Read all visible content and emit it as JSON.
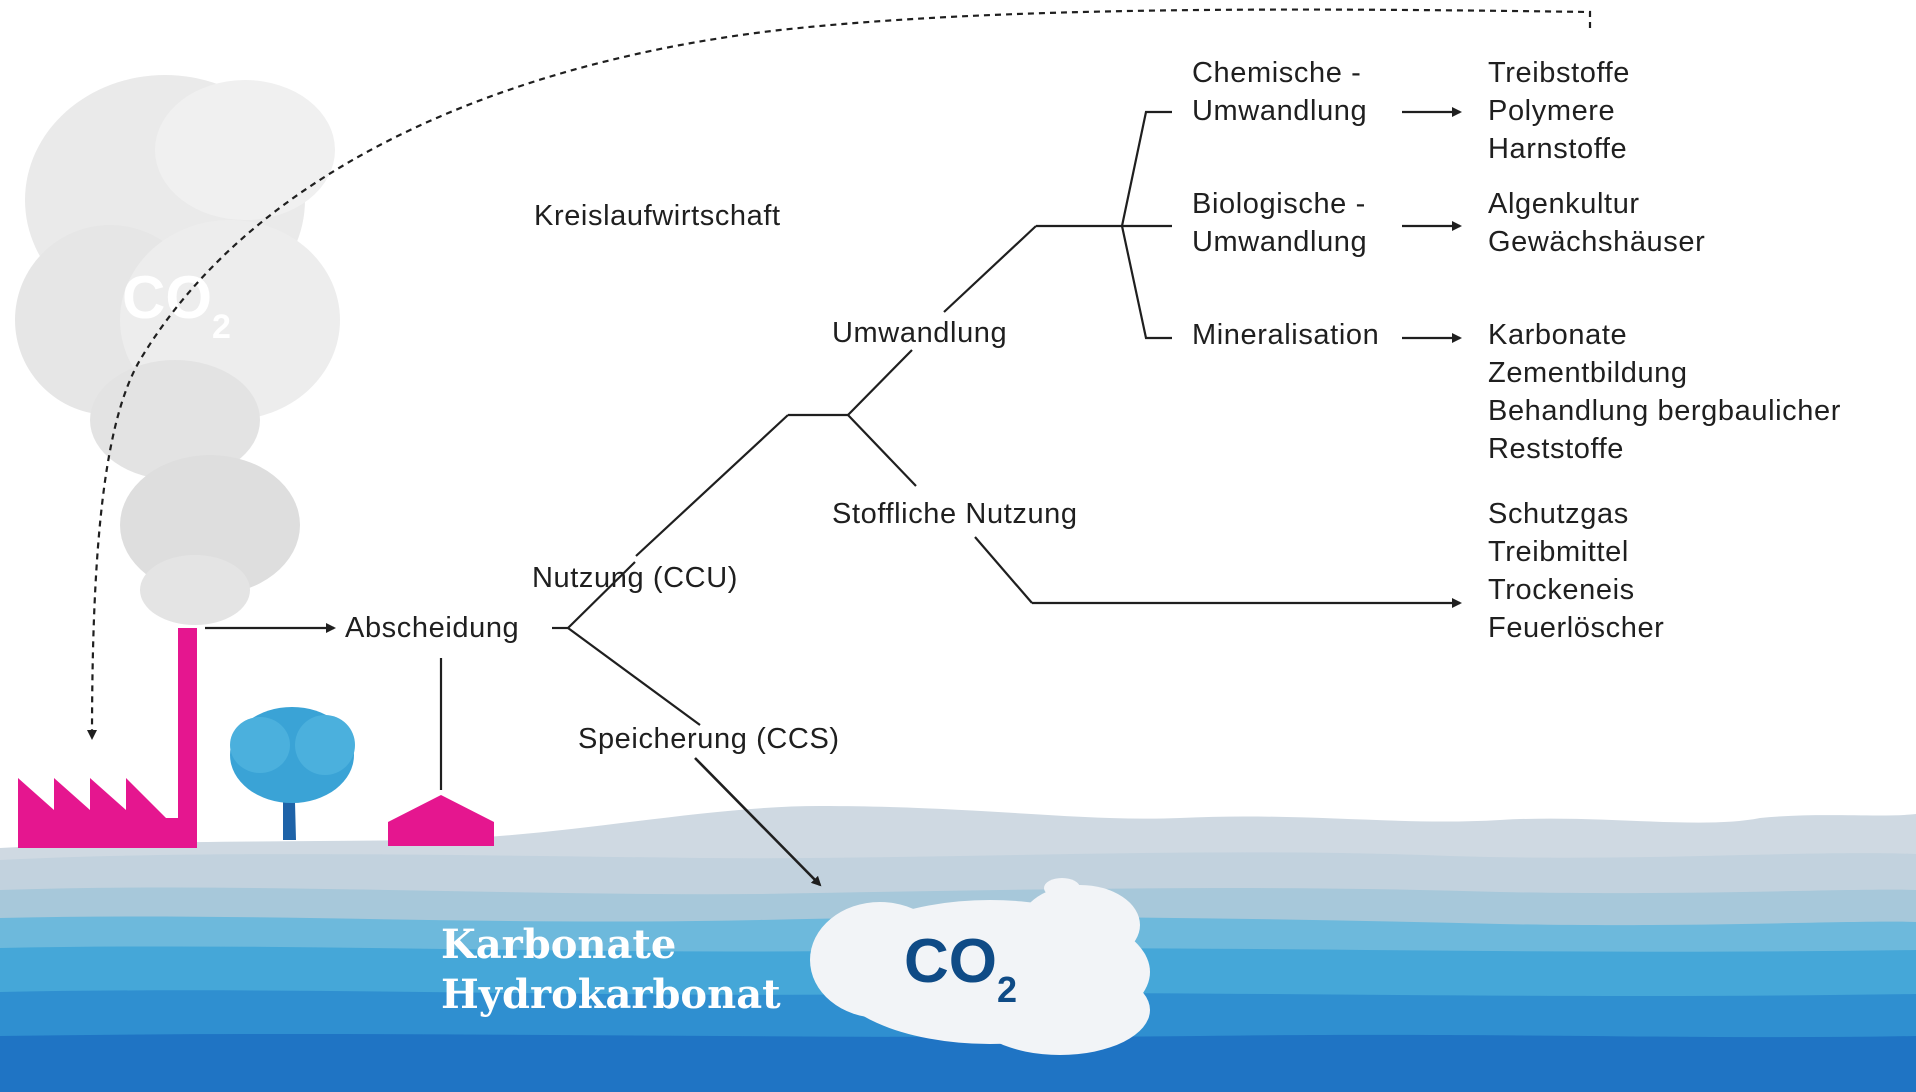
{
  "labels": {
    "cycle": "Kreislaufwirtschaft",
    "capture": "Abscheidung",
    "utilization": "Nutzung (CCU)",
    "storage": "Speicherung (CCS)",
    "conversion": "Umwandlung",
    "material_use": "Stoffliche Nutzung",
    "chemical_1": "Chemische -",
    "chemical_2": "Umwandlung",
    "biological_1": "Biologische -",
    "biological_2": "Umwandlung",
    "mineralisation": "Mineralisation"
  },
  "products": {
    "chemical": [
      "Treibstoffe",
      "Polymere",
      "Harnstoffe"
    ],
    "biological": [
      "Algenkultur",
      "Gewächshäuser"
    ],
    "mineral": [
      "Karbonate",
      "Zementbildung",
      "Behandlung bergbaulicher",
      "Reststoffe"
    ],
    "material": [
      "Schutzgas",
      "Treibmittel",
      "Trockeneis",
      "Feuerlöscher"
    ]
  },
  "strata": {
    "line1": "Karbonate",
    "line2": "Hydrokarbonat"
  },
  "co2": {
    "base": "CO",
    "sub": "2"
  },
  "colors": {
    "magenta": "#e5168f",
    "tree": "#3aa3d6",
    "trunk": "#1e63a8",
    "co2_dark": "#0f4b86",
    "text": "#1f1f1f"
  }
}
